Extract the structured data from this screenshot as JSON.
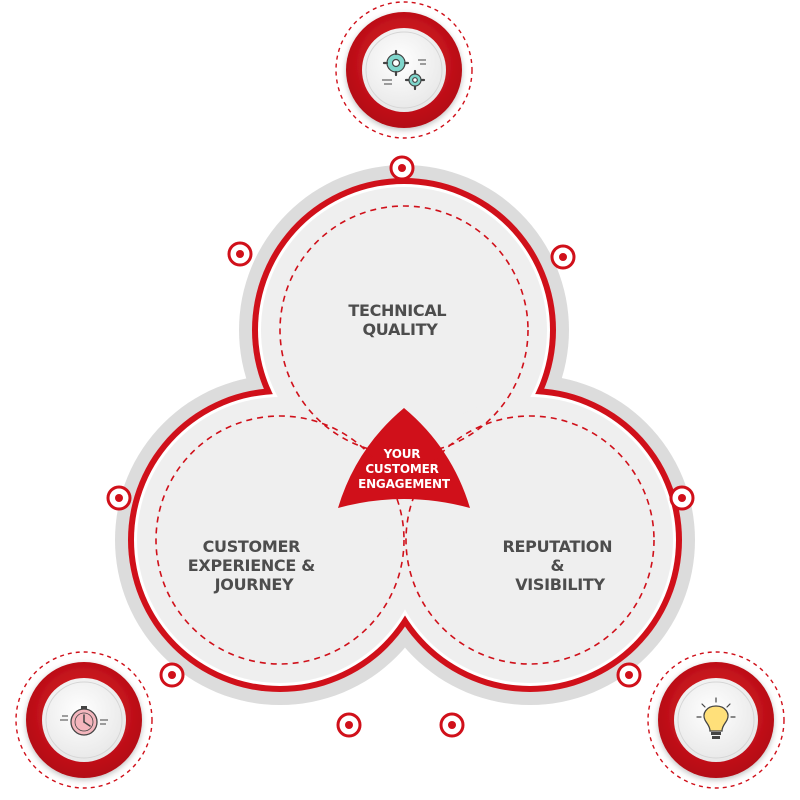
{
  "colors": {
    "accent": "#d0101a",
    "circle_fill": "#efefef",
    "outer_ring": "#dcdcdc",
    "label_text": "#4d4d4d",
    "center_text": "#ffffff"
  },
  "diagram": {
    "top_circle": {
      "line1": "TECHNICAL",
      "line2": "QUALITY"
    },
    "left_circle": {
      "line1": "CUSTOMER",
      "line2": "EXPERIENCE &",
      "line3": "JOURNEY"
    },
    "right_circle": {
      "line1": "REPUTATION",
      "line2": "&",
      "line3": "VISIBILITY"
    },
    "center": {
      "line1": "YOUR",
      "line2": "CUSTOMER",
      "line3": "ENGAGEMENT"
    }
  },
  "badges": {
    "top": {
      "icon": "gears-icon"
    },
    "bottom_left": {
      "icon": "clock-icon"
    },
    "bottom_right": {
      "icon": "lightbulb-icon"
    }
  }
}
